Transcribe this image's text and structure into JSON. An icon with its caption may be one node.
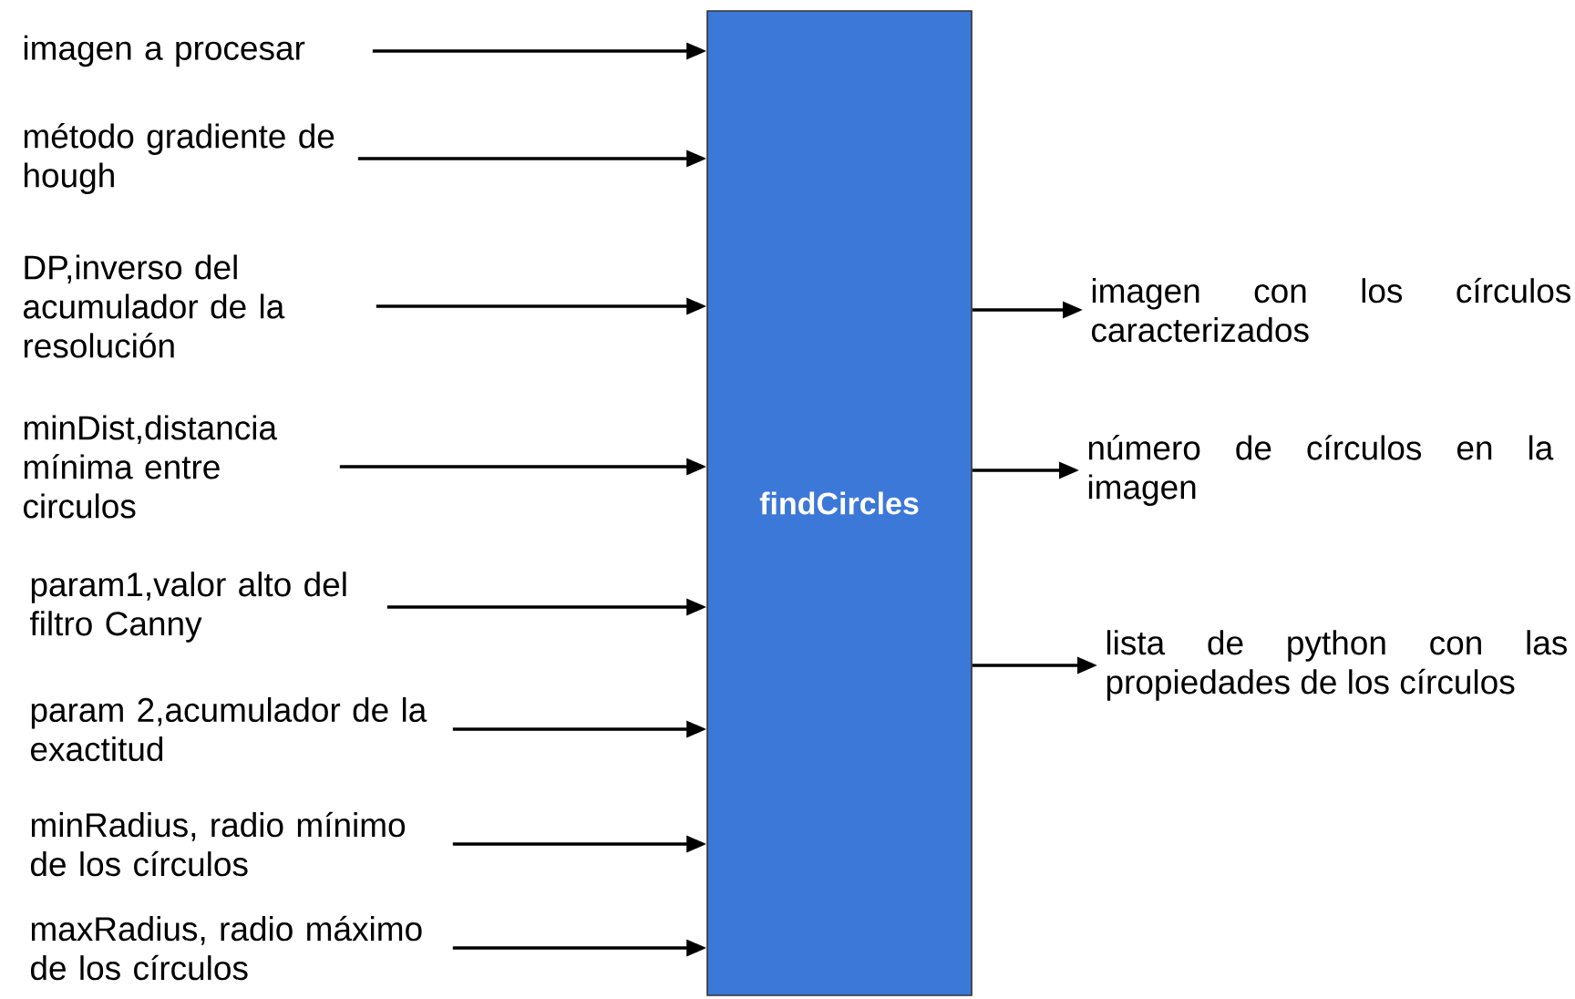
{
  "diagram": {
    "nodes": [
      {
        "text": [
          "imagen a procesar"
        ]
      },
      {
        "text": [
          "método gradiente de hough"
        ]
      },
      {
        "text": [
          "DP,inverso del acumulador de la resolución"
        ]
      },
      {
        "text": [
          "minDist,distancia mínima entre circulos"
        ]
      },
      {
        "text": [
          "param1,valor alto del filtro Canny"
        ]
      },
      {
        "text": [
          "param 2,acumulador de la exactitud"
        ]
      },
      {
        "text": [
          "minRadius, radio mínimo de los círculos"
        ]
      },
      {
        "text": [
          "maxRadius, radio máximo de los círculos"
        ]
      },
      {
        "text": [
          "findCircles"
        ]
      },
      {
        "text": [
          "imagen con los círculos caracterizados"
        ]
      },
      {
        "text": [
          "número de círculos en la imagen"
        ]
      },
      {
        "text": [
          "lista de python con las propiedades de los círculos"
        ]
      }
    ],
    "edges": [
      {
        "from": 0,
        "to": 8,
        "arrow": "to"
      },
      {
        "from": 1,
        "to": 8,
        "arrow": "to"
      },
      {
        "from": 2,
        "to": 8,
        "arrow": "to"
      },
      {
        "from": 3,
        "to": 8,
        "arrow": "to"
      },
      {
        "from": 4,
        "to": 8,
        "arrow": "to"
      },
      {
        "from": 5,
        "to": 8,
        "arrow": "to"
      },
      {
        "from": 6,
        "to": 8,
        "arrow": "to"
      },
      {
        "from": 7,
        "to": 8,
        "arrow": "to"
      },
      {
        "from": 8,
        "to": 9,
        "arrow": "to"
      },
      {
        "from": 8,
        "to": 10,
        "arrow": "to"
      },
      {
        "from": 8,
        "to": 11,
        "arrow": "to"
      }
    ]
  }
}
